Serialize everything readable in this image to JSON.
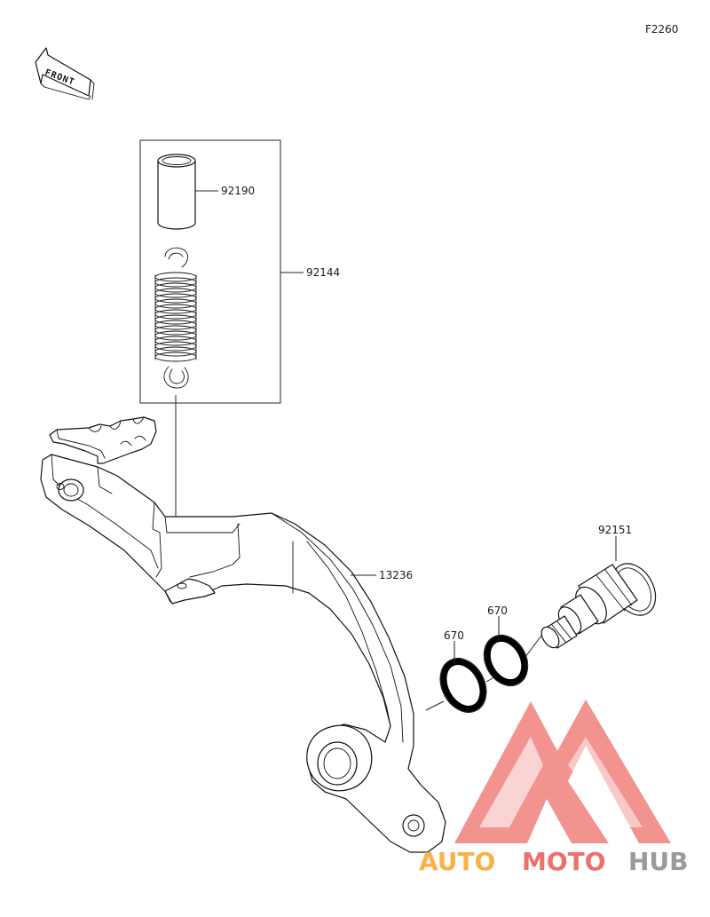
{
  "diagram_code": "F2260",
  "front_label": "FRONT",
  "parts": {
    "collar": "92190",
    "spring_kit": "92144",
    "pedal": "13236",
    "pivot_bolt": "92151",
    "seal_left": "670",
    "seal_right": "670"
  },
  "watermark": {
    "part1": "AUTO",
    "part2": "MOTO",
    "part3": "HUB",
    "color_orange": "#f7b24a",
    "color_red": "#ef6f6a",
    "color_gray": "#9a9a9a"
  }
}
